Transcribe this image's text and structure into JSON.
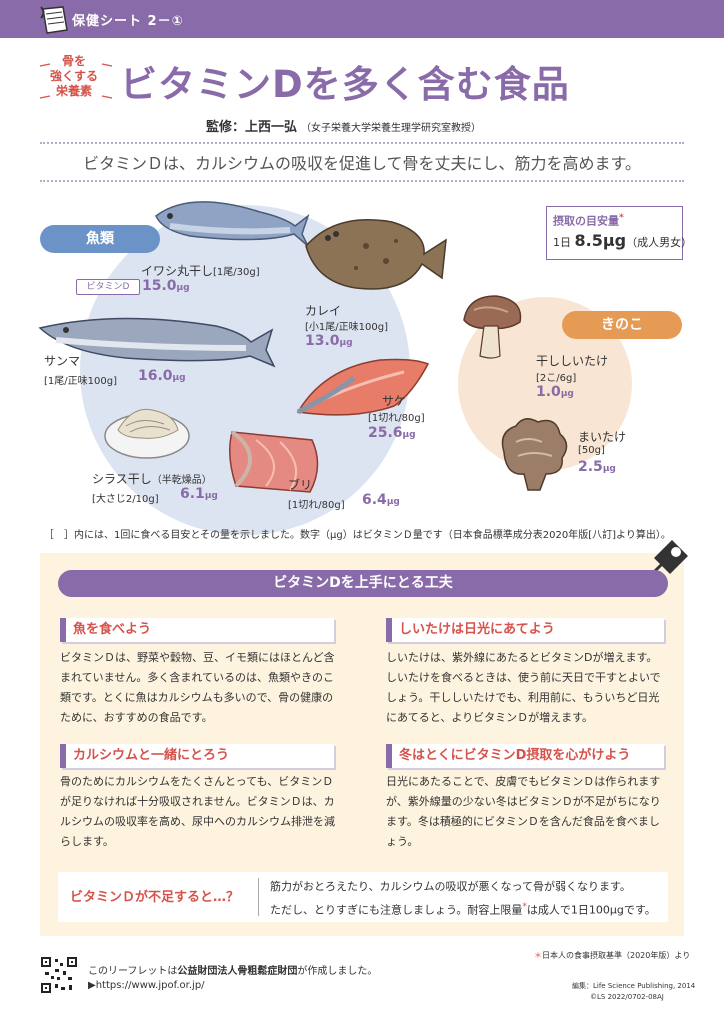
{
  "header": {
    "sheet_label": "保健シート 2－①",
    "tagline": [
      "骨を",
      "強くする",
      "栄養素"
    ],
    "title": "ビタミンDを多く含む食品",
    "supervisor": "監修：上西一弘",
    "supervisor_affiliation": "（女子栄養大学栄養生理学研究室教授）",
    "summary": "ビタミンＤは、カルシウムの吸収を促進して骨を丈夫にし、筋力を高めます。"
  },
  "intake": {
    "title": "摂取の目安量",
    "asterisk": "*",
    "prefix": "1日",
    "amount": "8.5μg",
    "suffix": "（成人男女）"
  },
  "categories": {
    "fish": "魚類",
    "mushroom": "きのこ",
    "vitamin_tag": "ビタミンD"
  },
  "foods": {
    "iwashi": {
      "name": "イワシ丸干し",
      "portion": "[1尾/30g]",
      "value": "15.0",
      "unit": "μg"
    },
    "karei": {
      "name": "カレイ",
      "portion": "[小1尾/正味100g]",
      "value": "13.0",
      "unit": "μg"
    },
    "sanma": {
      "name": "サンマ",
      "portion": "[1尾/正味100g]",
      "value": "16.0",
      "unit": "μg"
    },
    "sake": {
      "name": "サケ",
      "portion": "[1切れ/80g]",
      "value": "25.6",
      "unit": "μg"
    },
    "shirasu": {
      "name": "シラス干し",
      "name_note": "（半乾燥品）",
      "portion": "[大さじ2/10g]",
      "value": "6.1",
      "unit": "μg"
    },
    "buri": {
      "name": "ブリ",
      "portion": "[1切れ/80g]",
      "value": "6.4",
      "unit": "μg"
    },
    "shiitake": {
      "name": "干ししいたけ",
      "portion": "[2こ/6g]",
      "value": "1.0",
      "unit": "μg"
    },
    "maitake": {
      "name": "まいたけ",
      "portion": "[50g]",
      "value": "2.5",
      "unit": "μg"
    }
  },
  "note": "［　］内には、1回に食べる目安とその量を示しました。数字（μg）はビタミンＤ量です（日本食品標準成分表2020年版[八訂]より算出）。",
  "tips": {
    "heading": "ビタミンDを上手にとる工夫",
    "items": [
      {
        "title": "魚を食べよう",
        "body": "ビタミンＤは、野菜や穀物、豆、イモ類にはほとんど含まれていません。多く含まれているのは、魚類やきのこ類です。とくに魚はカルシウムも多いので、骨の健康のために、おすすめの食品です。"
      },
      {
        "title": "しいたけは日光にあてよう",
        "body": "しいたけは、紫外線にあたるとビタミンDが増えます。しいたけを食べるときは、使う前に天日で干すとよいでしょう。干ししいたけでも、利用前に、もういちど日光にあてると、よりビタミンＤが増えます。"
      },
      {
        "title": "カルシウムと一緒にとろう",
        "body": "骨のためにカルシウムをたくさんとっても、ビタミンＤが足りなければ十分吸収されません。ビタミンＤは、カルシウムの吸収率を高め、尿中へのカルシウム排泄を減らします。"
      },
      {
        "title": "冬はとくにビタミンD摂取を心がけよう",
        "body": "日光にあたることで、皮膚でもビタミンＤは作られますが、紫外線量の少ない冬はビタミンＤが不足がちになります。冬は積極的にビタミンＤを含んだ食品を食べましょう。"
      }
    ],
    "deficit_label": "ビタミンＤが不足すると…？",
    "deficit_line1": "筋力がおとろえたり、カルシウムの吸収が悪くなって骨が弱くなります。",
    "deficit_line2a": "ただし、とりすぎにも注意しましょう。耐容上限量",
    "deficit_asterisk": "*",
    "deficit_line2b": "は成人で1日100μgです。"
  },
  "footer": {
    "footnote_asterisk": "＊",
    "footnote": "日本人の食事摂取基準（2020年版）より",
    "leaflet_prefix": "このリーフレットは",
    "leaflet_org": "公益財団法人骨粗鬆症財団",
    "leaflet_suffix": "が作成しました。",
    "url": "▶https://www.jpof.or.jp/",
    "credit_line1": "編集：Life Science Publishing, 2014",
    "credit_line2": "©LS 2022/0702-08AJ"
  },
  "colors": {
    "accent_purple": "#8a6ba9",
    "accent_red": "#d6534b",
    "fish_blue": "#6c93c8",
    "mushroom_orange": "#e69b55",
    "panel_cream": "#fdf3df"
  }
}
